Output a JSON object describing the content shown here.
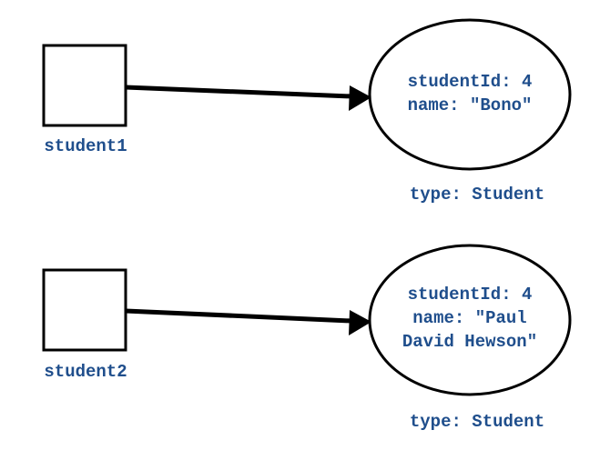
{
  "diagram": {
    "references": [
      {
        "variable": "student1",
        "object_lines": [
          "studentId: 4",
          "name: \"Bono\""
        ],
        "type_label": "type: Student"
      },
      {
        "variable": "student2",
        "object_lines": [
          "studentId: 4",
          "name: \"Paul",
          "David Hewson\""
        ],
        "type_label": "type: Student"
      }
    ],
    "colors": {
      "text": "#1f4e8c",
      "stroke": "#000000",
      "background": "#ffffff"
    }
  }
}
